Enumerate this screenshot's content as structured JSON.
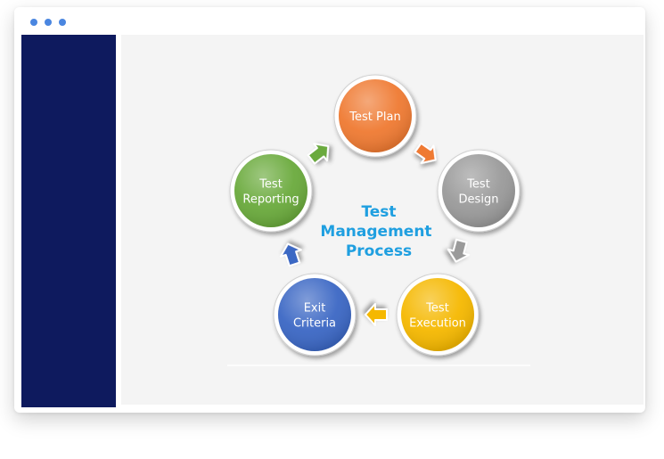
{
  "window": {
    "controls": [
      "dot",
      "dot",
      "dot"
    ],
    "accent_color": "#4a86e0",
    "sidebar_color": "#0e1a5e"
  },
  "diagram": {
    "center_title": [
      "Test",
      "Management",
      "Process"
    ],
    "center_color": "#1f9fe0",
    "nodes": [
      {
        "id": "test-plan",
        "lines": [
          "Test Plan"
        ],
        "color": "#ef7a32",
        "icon": "circle-node"
      },
      {
        "id": "test-design",
        "lines": [
          "Test",
          "Design"
        ],
        "color": "#9a9a9a",
        "icon": "circle-node"
      },
      {
        "id": "test-execution",
        "lines": [
          "Test",
          "Execution"
        ],
        "color": "#f5b800",
        "icon": "circle-node"
      },
      {
        "id": "exit-criteria",
        "lines": [
          "Exit",
          "Criteria"
        ],
        "color": "#3b67c4",
        "icon": "circle-node"
      },
      {
        "id": "test-reporting",
        "lines": [
          "Test",
          "Reporting"
        ],
        "color": "#6aaa3c",
        "icon": "circle-node"
      }
    ],
    "arrows": [
      {
        "from": "test-plan",
        "to": "test-design",
        "color": "#ef7a32",
        "icon": "arrow-icon"
      },
      {
        "from": "test-design",
        "to": "test-execution",
        "color": "#9a9a9a",
        "icon": "arrow-icon"
      },
      {
        "from": "test-execution",
        "to": "exit-criteria",
        "color": "#f5b800",
        "icon": "arrow-icon"
      },
      {
        "from": "exit-criteria",
        "to": "test-reporting",
        "color": "#3b67c4",
        "icon": "arrow-icon"
      },
      {
        "from": "test-reporting",
        "to": "test-plan",
        "color": "#6aaa3c",
        "icon": "arrow-icon"
      }
    ]
  }
}
